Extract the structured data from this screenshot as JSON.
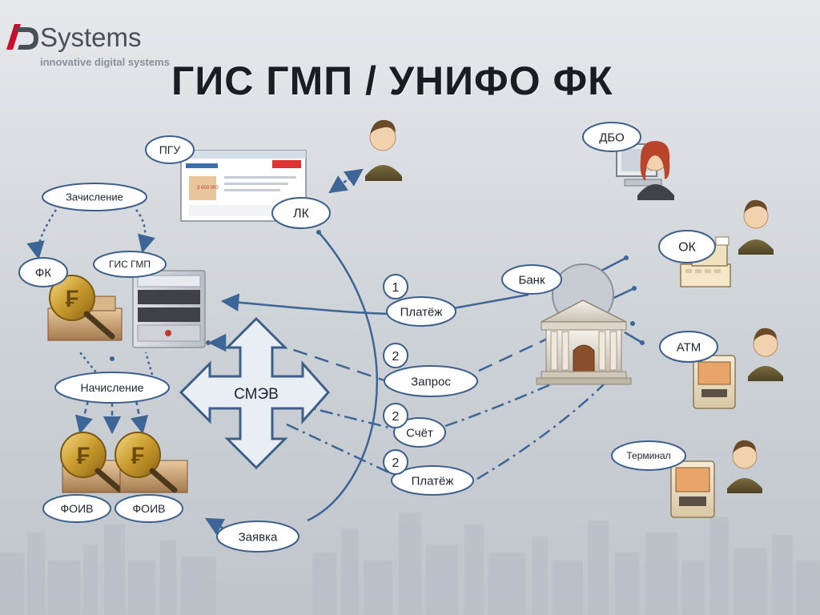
{
  "logo": {
    "brand": "Systems",
    "tagline": "innovative digital systems"
  },
  "title": "ГИС ГМП / УНИФО ФК",
  "labels": {
    "pgu": "ПГУ",
    "lk": "ЛК",
    "zachislenie": "Зачисление",
    "fk": "ФК",
    "gis_gmp": "ГИС ГМП",
    "nachislenie": "Начисление",
    "smev": "СМЭВ",
    "foiv_1": "ФОИВ",
    "foiv_2": "ФОИВ",
    "zayavka": "Заявка",
    "bank": "Банк",
    "dbo": "ДБО",
    "ok": "ОК",
    "atm": "АТМ",
    "terminal": "Терминал",
    "platezh_1": "Платёж",
    "zapros": "Запрос",
    "schet": "Счёт",
    "platezh_2": "Платёж"
  },
  "steps": {
    "step_1": "1",
    "step_2a": "2",
    "step_2b": "2",
    "step_2c": "2"
  },
  "portal": {
    "counter": "3 000 000"
  },
  "colors": {
    "line": "#3d6595",
    "cloud_fill": "#ffffff",
    "cloud_stroke": "#3d5f8a",
    "smev_fill": "#e9eef4",
    "title": "#1a1d22"
  }
}
